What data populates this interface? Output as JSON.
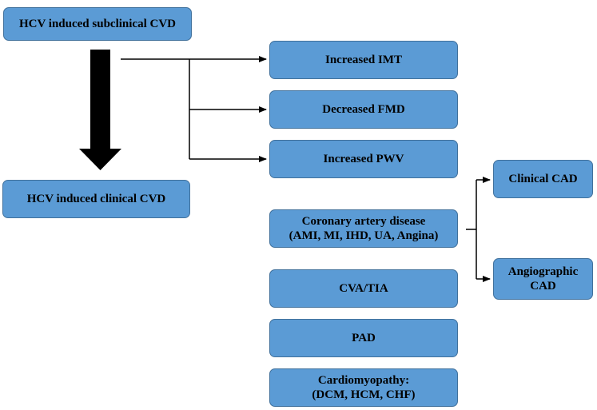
{
  "diagram": {
    "nodes": {
      "subclinical": {
        "label": "HCV induced subclinical CVD"
      },
      "clinical": {
        "label": "HCV induced clinical CVD"
      },
      "imt": {
        "label": "Increased IMT"
      },
      "fmd": {
        "label": "Decreased FMD"
      },
      "pwv": {
        "label": "Increased PWV"
      },
      "cad": {
        "label": "Coronary artery disease\n(AMI, MI, IHD, UA, Angina)"
      },
      "cva": {
        "label": "CVA/TIA"
      },
      "pad": {
        "label": "PAD"
      },
      "cardiomyopathy": {
        "label": "Cardiomyopathy:\n(DCM, HCM, CHF)"
      },
      "clinical_cad": {
        "label": "Clinical CAD"
      },
      "angiographic_cad": {
        "label": "Angiographic\nCAD"
      }
    },
    "edges": [
      {
        "from": "subclinical",
        "to": "imt"
      },
      {
        "from": "subclinical",
        "to": "fmd"
      },
      {
        "from": "subclinical",
        "to": "pwv"
      },
      {
        "from": "subclinical",
        "to": "clinical",
        "style": "block-arrow"
      },
      {
        "from": "cad",
        "to": "clinical_cad"
      },
      {
        "from": "cad",
        "to": "angiographic_cad"
      }
    ],
    "colors": {
      "box_fill": "#5b9bd5",
      "box_border": "#41719c",
      "text": "#000000",
      "arrow": "#000000"
    }
  }
}
